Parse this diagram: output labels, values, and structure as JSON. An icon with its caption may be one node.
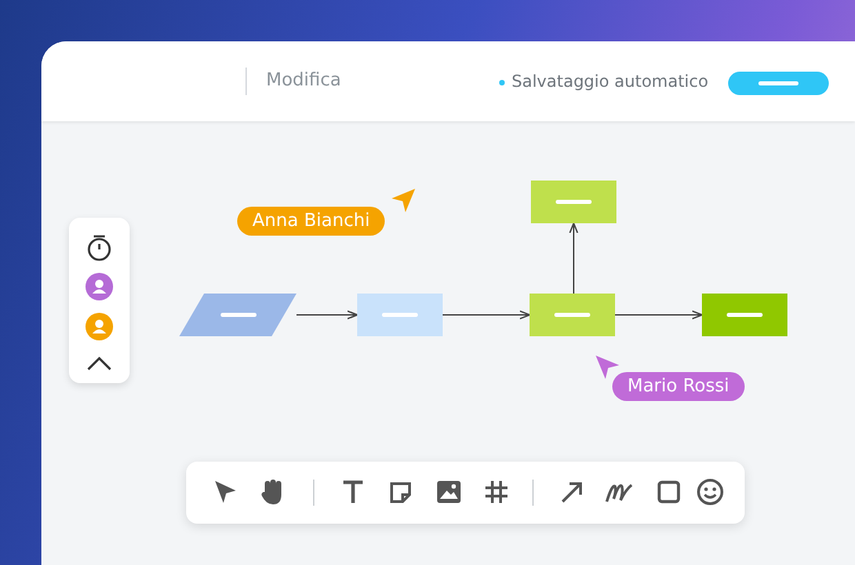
{
  "diagram": {
    "nodes": [
      {
        "text": [],
        "shape": "box"
      },
      {
        "text": [],
        "shape": "parallelogram"
      },
      {
        "text": [],
        "shape": "box"
      },
      {
        "text": [],
        "shape": "box"
      },
      {
        "text": [],
        "shape": "box"
      }
    ],
    "edges": [
      {
        "from": 1,
        "to": 2,
        "arrow": "to"
      },
      {
        "from": 2,
        "to": 3,
        "arrow": "to"
      },
      {
        "from": 3,
        "to": 0,
        "arrow": "to"
      },
      {
        "from": 3,
        "to": 4,
        "arrow": "to"
      }
    ],
    "labels": [
      "Modifica",
      "Salvataggio automatico",
      "Anna Bianchi",
      "Mario Rossi"
    ]
  }
}
